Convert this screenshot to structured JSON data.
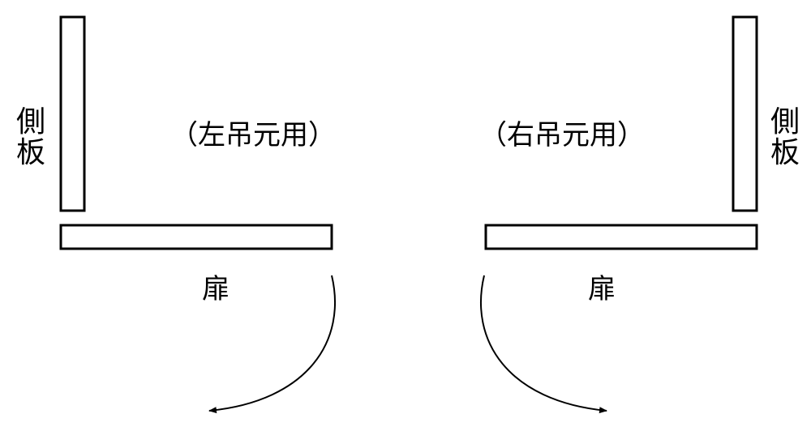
{
  "left_diagram": {
    "caption": "（左吊元用）",
    "side_panel_label": [
      "側",
      "板"
    ],
    "door_label": "扉"
  },
  "right_diagram": {
    "caption": "（右吊元用）",
    "side_panel_label": [
      "側",
      "板"
    ],
    "door_label": "扉"
  },
  "colors": {
    "stroke": "#000000",
    "background": "#ffffff"
  }
}
